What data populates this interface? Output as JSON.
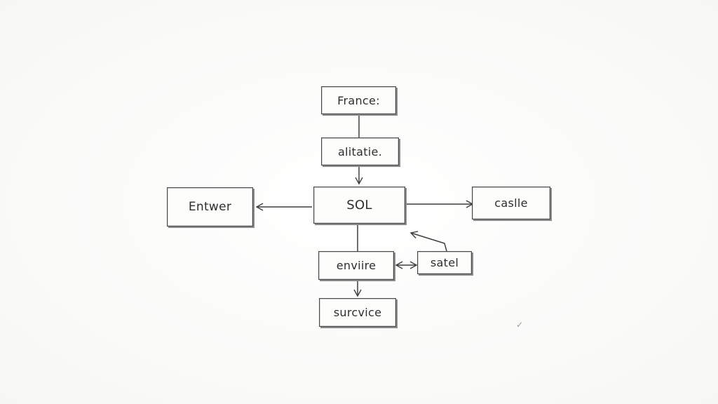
{
  "diagram": {
    "nodes": {
      "france": "France:",
      "alitatie": "alitatie.",
      "sol": "SOL",
      "entwer": "Entwer",
      "caslle": "caslle",
      "enviire": "enviire",
      "satel": "satel",
      "surcvice": "surcvice"
    },
    "edges": [
      {
        "from": "france",
        "to": "alitatie",
        "arrow": "none"
      },
      {
        "from": "alitatie",
        "to": "sol",
        "arrow": "end"
      },
      {
        "from": "sol",
        "to": "entwer",
        "arrow": "end"
      },
      {
        "from": "sol",
        "to": "caslle",
        "arrow": "end"
      },
      {
        "from": "sol",
        "to": "enviire",
        "arrow": "none"
      },
      {
        "from": "enviire",
        "to": "surcvice",
        "arrow": "end"
      },
      {
        "from": "enviire",
        "to": "satel",
        "arrow": "both"
      },
      {
        "from": "satel",
        "to": "sol",
        "arrow": "end"
      }
    ],
    "stroke_color": "#3f3f3f"
  }
}
